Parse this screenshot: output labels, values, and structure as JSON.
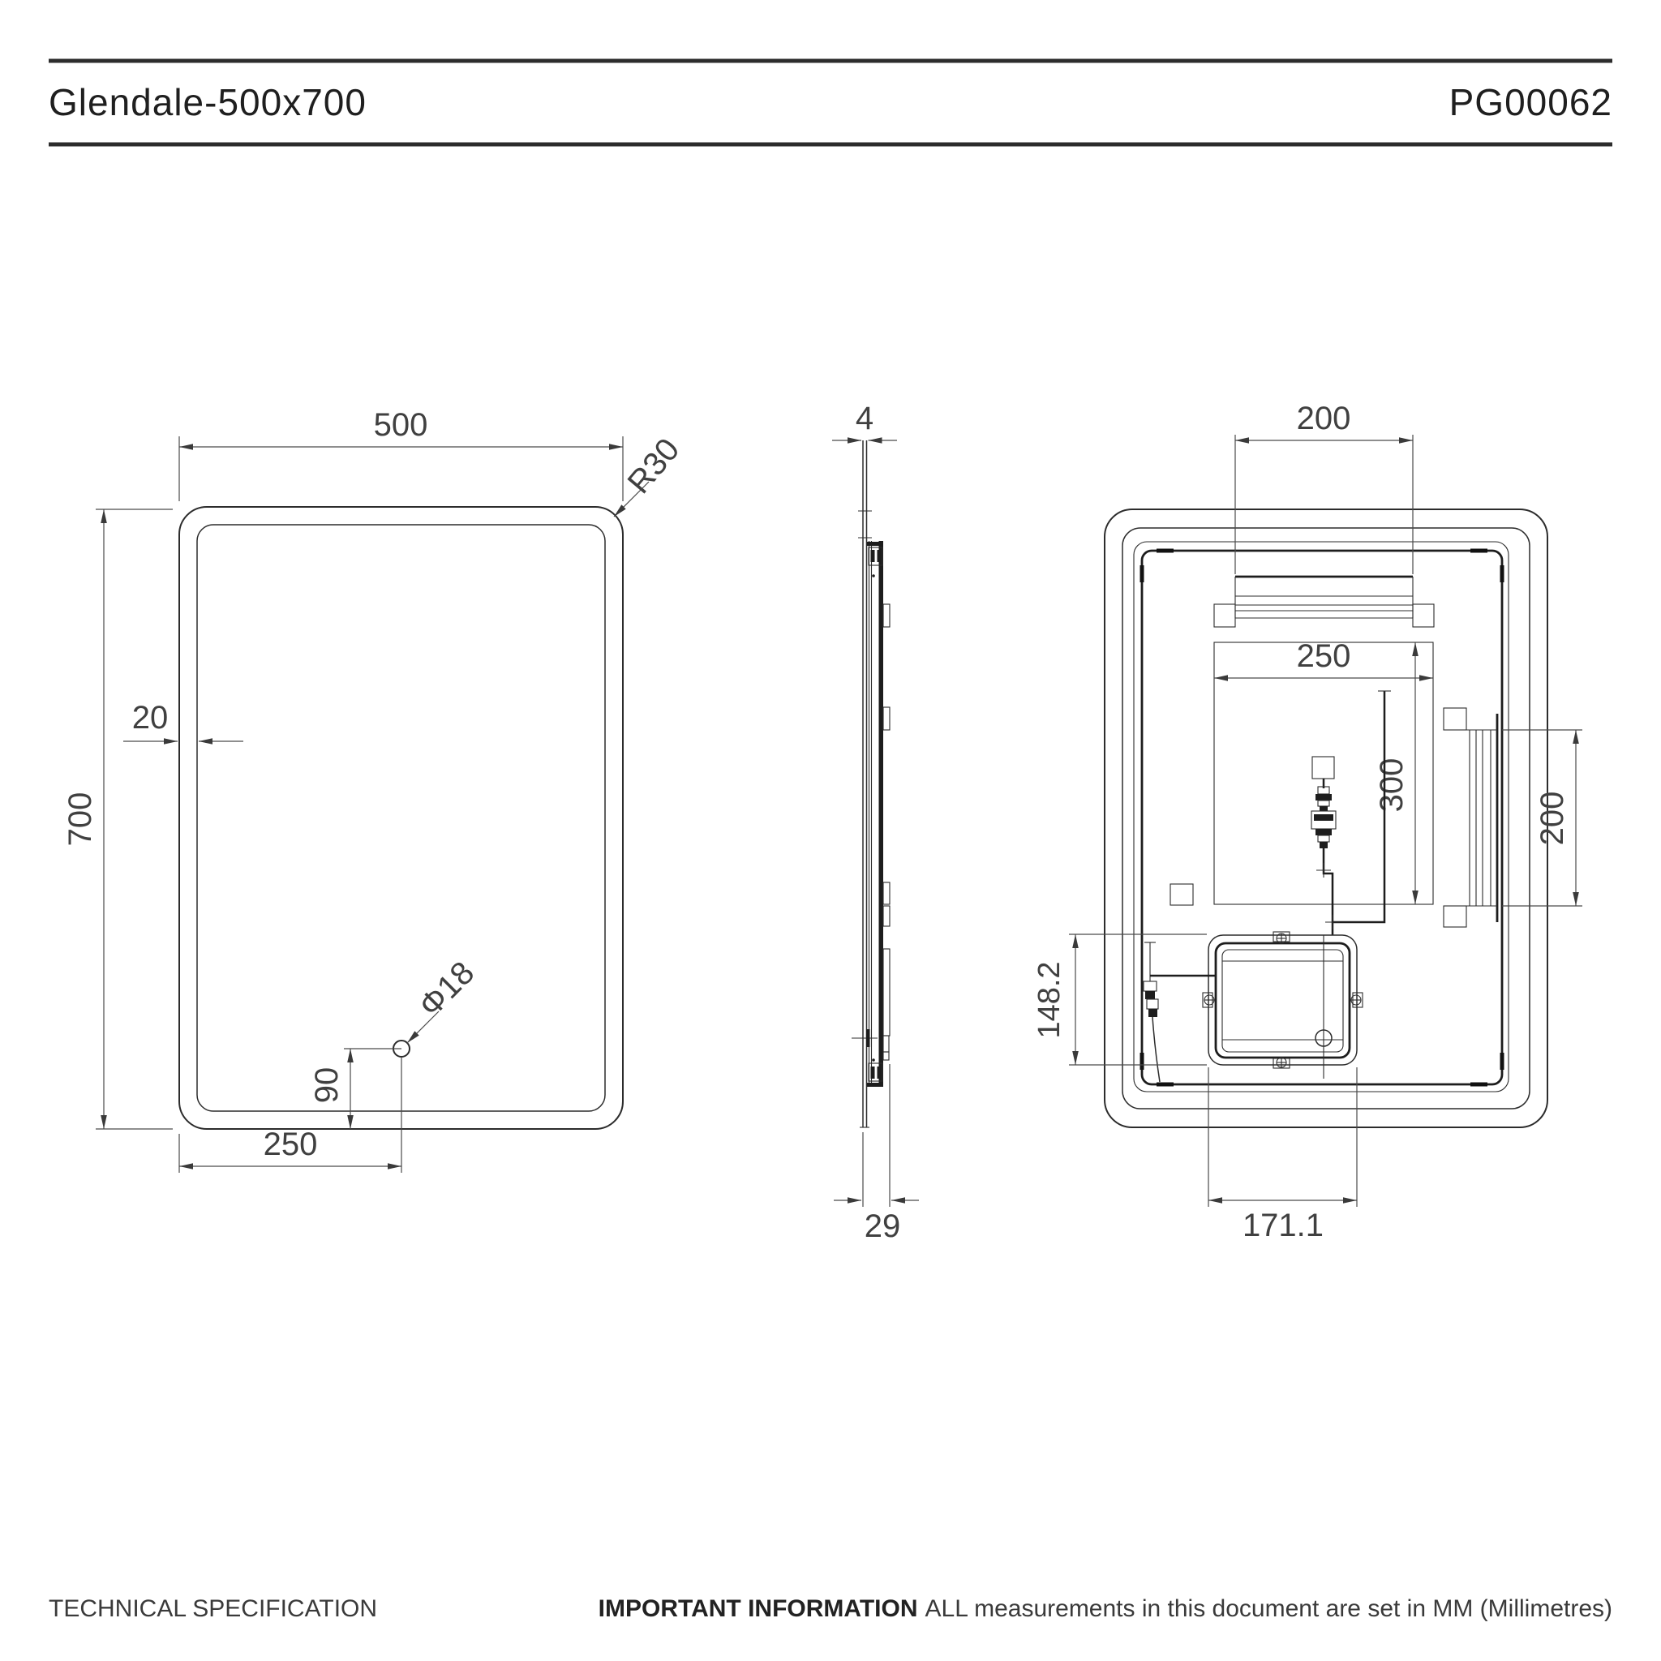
{
  "header": {
    "product_name": "Glendale-500x700",
    "product_code": "PG00062"
  },
  "footer": {
    "left_label": "TECHNICAL SPECIFICATION",
    "right_label_bold": "IMPORTANT INFORMATION",
    "right_label_text": "ALL measurements in this document are set in MM (Millimetres)"
  },
  "drawing": {
    "front_view": {
      "width_mm": "500",
      "height_mm": "700",
      "led_border_mm": "20",
      "corner_radius_label": "R30",
      "sensor_diameter_label": "Φ18",
      "sensor_from_bottom_mm": "90",
      "sensor_from_left_mm": "250"
    },
    "side_view": {
      "glass_thickness_mm": "4",
      "total_depth_mm": "29"
    },
    "back_view": {
      "top_bracket_mm": "200",
      "panel_width_mm": "250",
      "panel_height_mm": "300",
      "side_bracket_mm": "200",
      "driver_box_height_mm": "148.2",
      "driver_box_width_mm": "171.1"
    }
  },
  "colors": {
    "line": "#2c2c2c",
    "dim_text": "#404040",
    "background": "#ffffff"
  }
}
